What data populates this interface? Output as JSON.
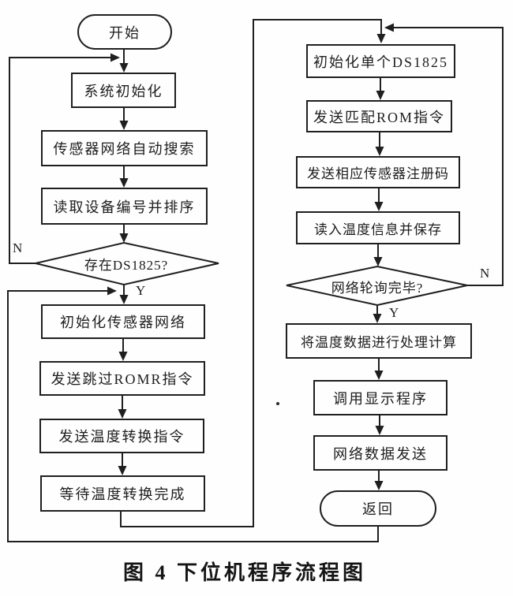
{
  "diagram": {
    "caption": "图 4  下位机程序流程图",
    "branch_labels": {
      "yes": "Y",
      "no": "N"
    },
    "left": {
      "start": "开始",
      "steps": [
        "系统初始化",
        "传感器网络自动搜索",
        "读取设备编号并排序"
      ],
      "decision": "存在DS1825?",
      "steps_after": [
        "初始化传感器网络",
        "发送跳过ROMR指令",
        "发送温度转换指令",
        "等待温度转换完成"
      ]
    },
    "right": {
      "steps": [
        "初始化单个DS1825",
        "发送匹配ROM指令",
        "发送相应传感器注册码",
        "读入温度信息并保存"
      ],
      "decision": "网络轮询完毕?",
      "steps_after": [
        "将温度数据进行处理计算",
        "调用显示程序",
        "网络数据发送"
      ],
      "end": "返回"
    },
    "colors": {
      "line": "#1f1f1f",
      "text": "#1a1a1a",
      "background": "#fefefe"
    }
  }
}
